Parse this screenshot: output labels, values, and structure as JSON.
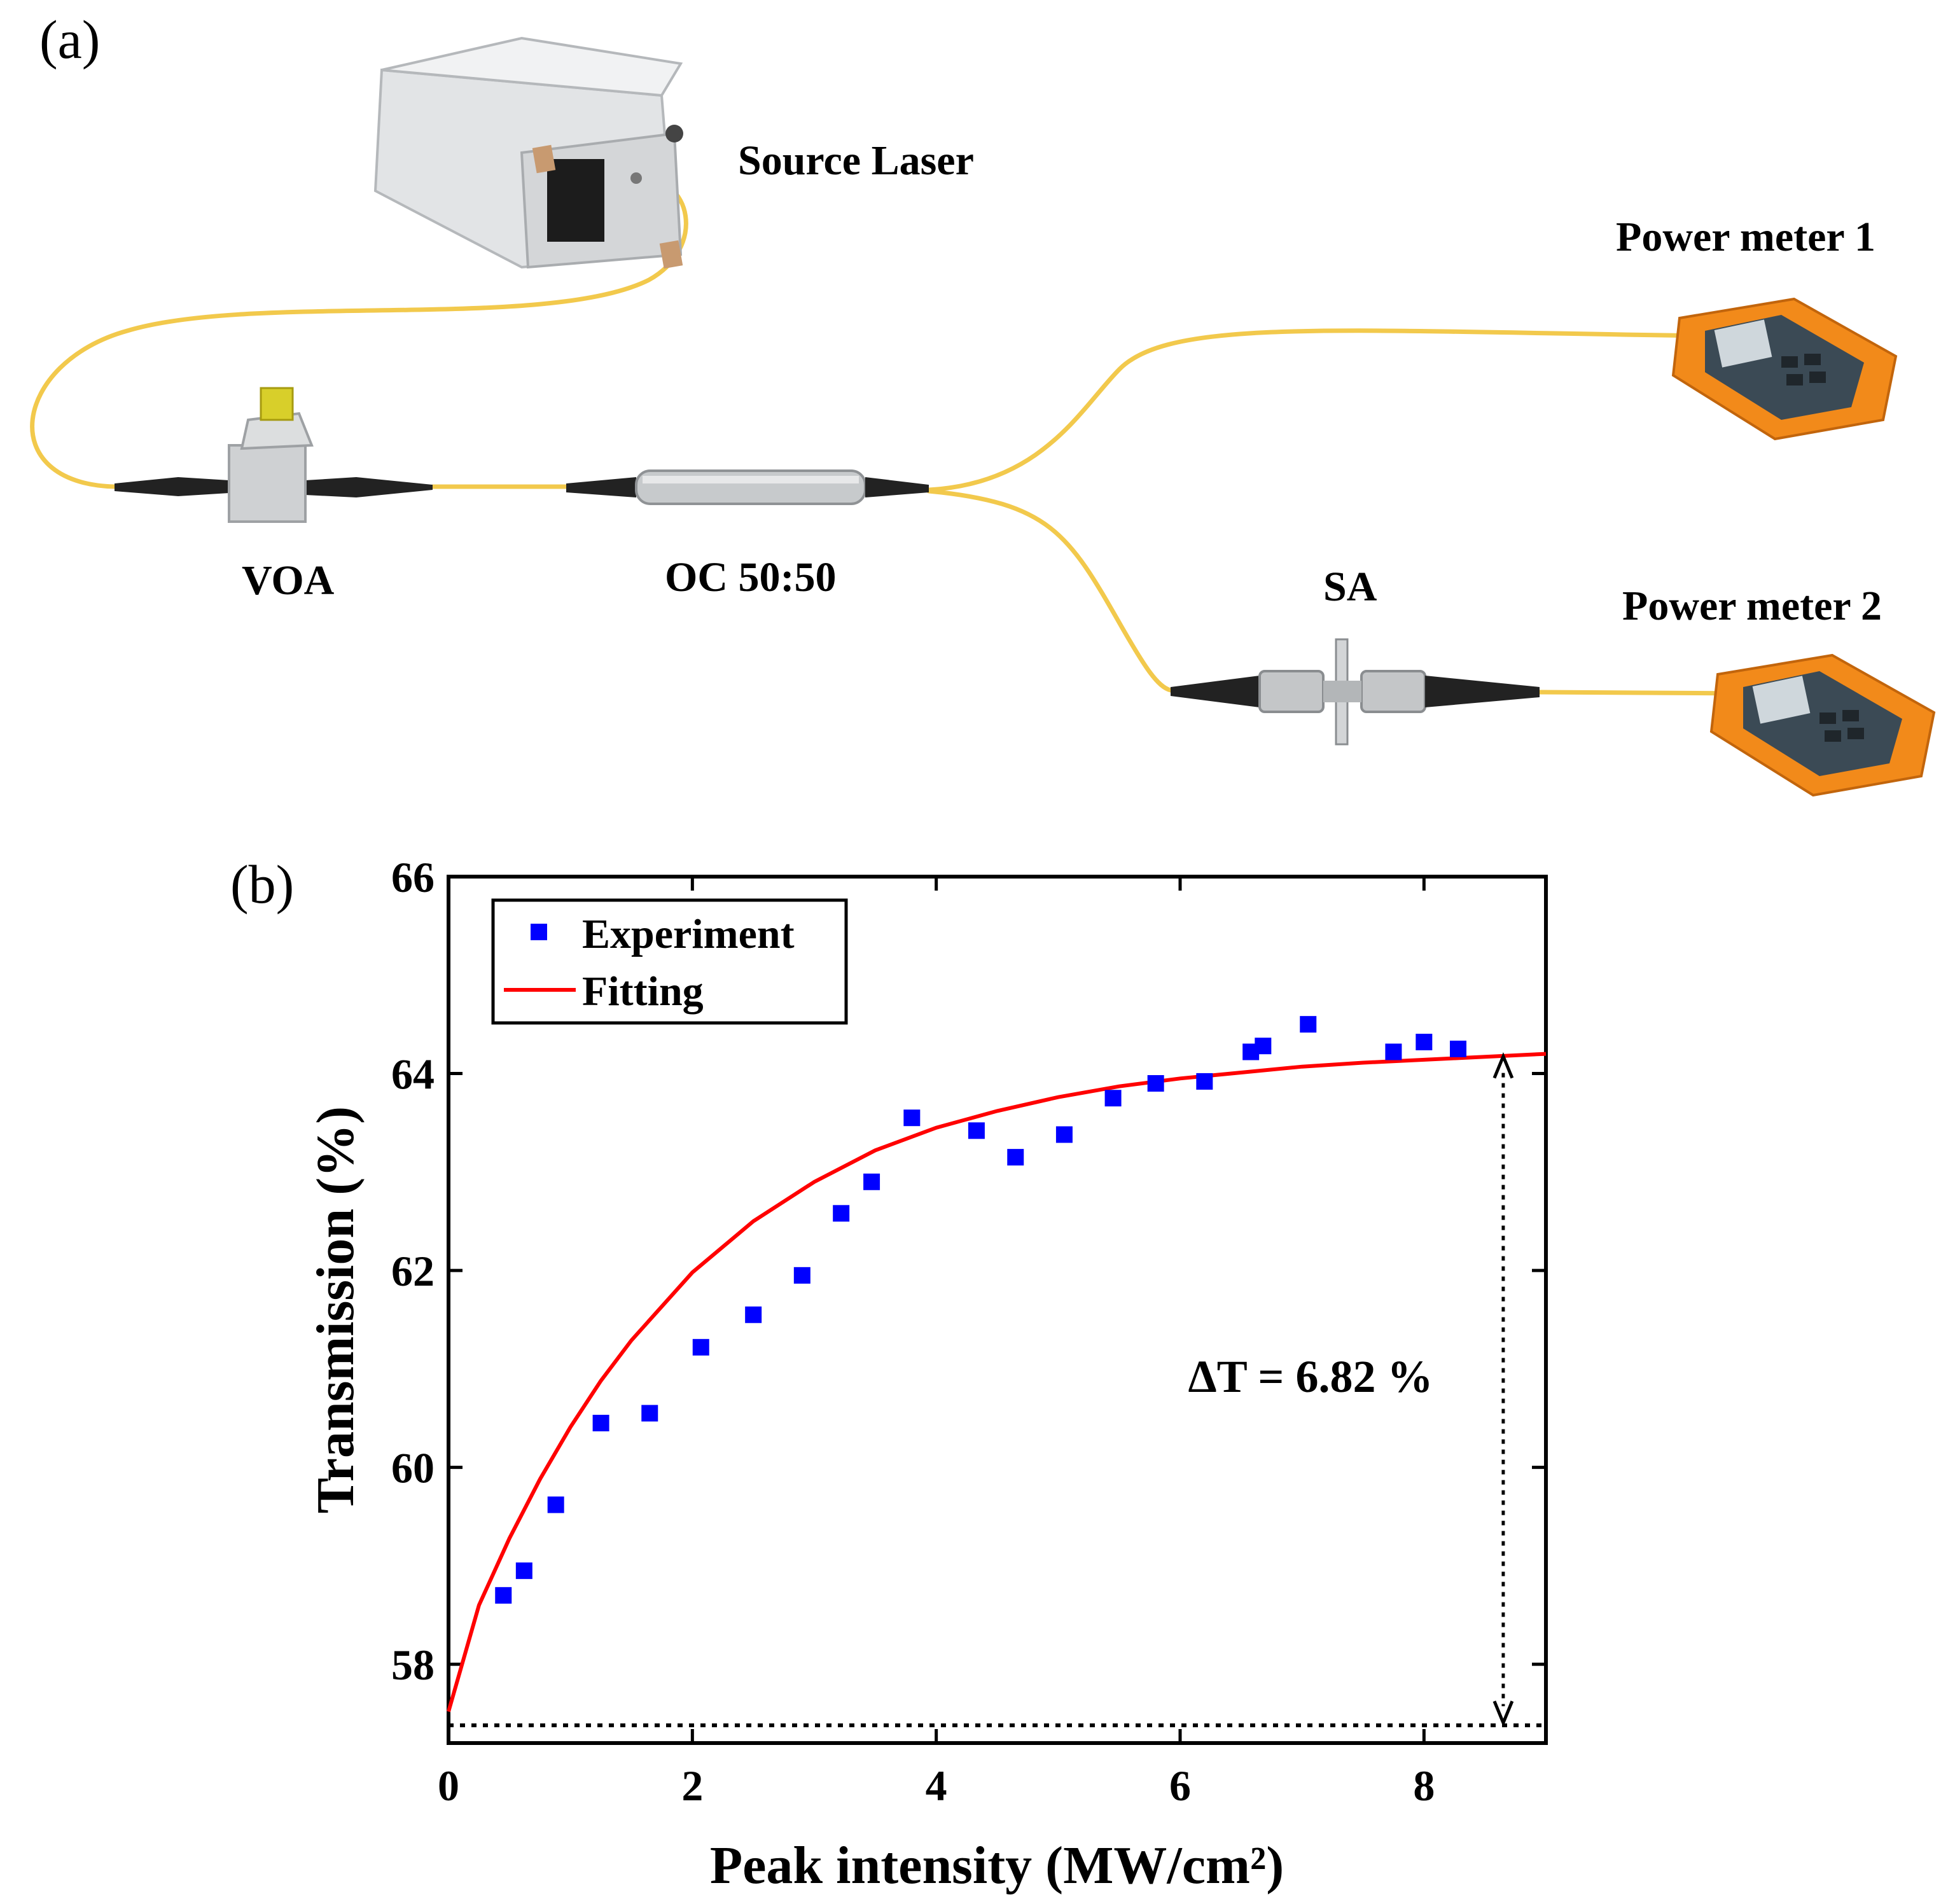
{
  "panel_a": {
    "label": "(a)",
    "devices": {
      "source_laser": "Source Laser",
      "voa": "VOA",
      "coupler": "OC 50:50",
      "sa": "SA",
      "power_meter_1": "Power meter 1",
      "power_meter_2": "Power meter 2"
    },
    "colors": {
      "fiber": "#f2c94c",
      "meter_body": "#f28a1a",
      "meter_screen": "#3b4a55"
    }
  },
  "panel_b": {
    "label": "(b)"
  },
  "chart_data": {
    "type": "scatter",
    "xlabel": "Peak intensity (MW/cm²)",
    "ylabel": "Transmission (%)",
    "xlim": [
      0,
      9
    ],
    "ylim": [
      57.2,
      66
    ],
    "xticks": [
      0,
      2,
      4,
      6,
      8
    ],
    "yticks": [
      58,
      60,
      62,
      64,
      66
    ],
    "legend_position": "top-left",
    "series": [
      {
        "name": "Experiment",
        "kind": "markers",
        "marker": "square",
        "color": "#0000ff",
        "x": [
          0.45,
          0.62,
          0.88,
          1.25,
          1.65,
          2.07,
          2.5,
          2.9,
          3.22,
          3.47,
          3.8,
          4.33,
          4.65,
          5.05,
          5.45,
          5.8,
          6.2,
          6.58,
          6.68,
          7.05,
          7.75,
          8.0,
          8.28
        ],
        "y": [
          58.7,
          58.95,
          59.62,
          60.45,
          60.55,
          61.22,
          61.55,
          61.95,
          62.58,
          62.9,
          63.55,
          63.42,
          63.15,
          63.38,
          63.75,
          63.9,
          63.92,
          64.22,
          64.28,
          64.5,
          64.22,
          64.32,
          64.25
        ]
      },
      {
        "name": "Fitting",
        "kind": "line",
        "color": "#ff0000",
        "x": [
          0,
          0.25,
          0.5,
          0.75,
          1,
          1.25,
          1.5,
          2,
          2.5,
          3,
          3.5,
          4,
          4.5,
          5,
          5.5,
          6,
          6.5,
          7,
          7.5,
          8,
          8.5,
          9
        ],
        "y": [
          57.52,
          58.6,
          59.28,
          59.88,
          60.41,
          60.88,
          61.29,
          61.98,
          62.5,
          62.9,
          63.22,
          63.45,
          63.62,
          63.76,
          63.87,
          63.95,
          64.01,
          64.07,
          64.11,
          64.14,
          64.17,
          64.2
        ]
      }
    ],
    "reference_line_y": 57.38,
    "annotation": {
      "text": "ΔT = 6.82 %",
      "arrow_x": 8.65,
      "arrow_y_from": 57.38,
      "arrow_y_to": 64.2
    }
  }
}
